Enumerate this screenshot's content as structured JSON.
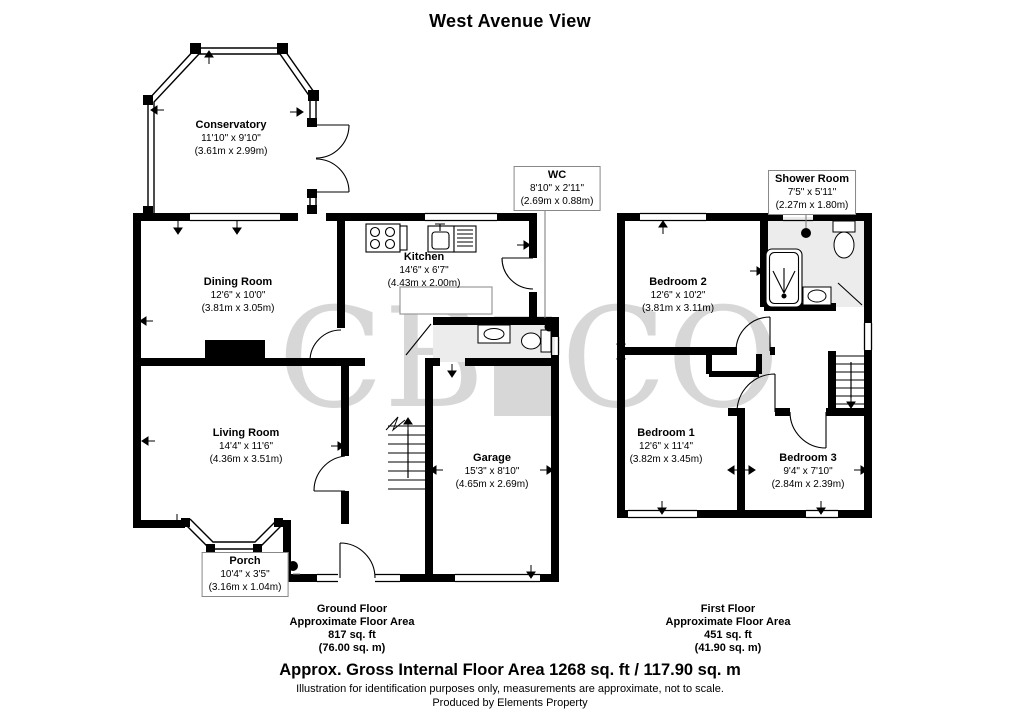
{
  "title": "West Avenue View",
  "watermark": {
    "left": "CB",
    "right": "CO"
  },
  "ground_floor": {
    "rooms": [
      {
        "name": "Conservatory",
        "imperial": "11'10\" x 9'10\"",
        "metric": "(3.61m x 2.99m)"
      },
      {
        "name": "Dining Room",
        "imperial": "12'6\" x 10'0\"",
        "metric": "(3.81m x 3.05m)"
      },
      {
        "name": "Kitchen",
        "imperial": "14'6\" x 6'7\"",
        "metric": "(4.43m x 2.00m)"
      },
      {
        "name": "WC",
        "imperial": "8'10\" x 2'11\"",
        "metric": "(2.69m x 0.88m)"
      },
      {
        "name": "Living Room",
        "imperial": "14'4\" x 11'6\"",
        "metric": "(4.36m x 3.51m)"
      },
      {
        "name": "Garage",
        "imperial": "15'3\" x 8'10\"",
        "metric": "(4.65m x 2.69m)"
      },
      {
        "name": "Porch",
        "imperial": "10'4\" x 3'5\"",
        "metric": "(3.16m x 1.04m)"
      }
    ],
    "summary": {
      "line1": "Ground Floor",
      "line2": "Approximate Floor Area",
      "line3": "817 sq. ft",
      "line4": "(76.00 sq. m)"
    }
  },
  "first_floor": {
    "rooms": [
      {
        "name": "Bedroom 2",
        "imperial": "12'6\" x 10'2\"",
        "metric": "(3.81m x 3.11m)"
      },
      {
        "name": "Shower Room",
        "imperial": "7'5\" x 5'11\"",
        "metric": "(2.27m x 1.80m)"
      },
      {
        "name": "Bedroom 1",
        "imperial": "12'6\" x 11'4\"",
        "metric": "(3.82m x 3.45m)"
      },
      {
        "name": "Bedroom 3",
        "imperial": "9'4\" x 7'10\"",
        "metric": "(2.84m x 2.39m)"
      }
    ],
    "summary": {
      "line1": "First Floor",
      "line2": "Approximate Floor Area",
      "line3": "451 sq. ft",
      "line4": "(41.90 sq. m)"
    }
  },
  "footer": {
    "gross_area": "Approx. Gross Internal Floor Area 1268 sq. ft / 117.90 sq. m",
    "disclaimer": "Illustration for identification purposes only, measurements are approximate, not to scale.",
    "produced_by": "Produced by Elements Property"
  }
}
